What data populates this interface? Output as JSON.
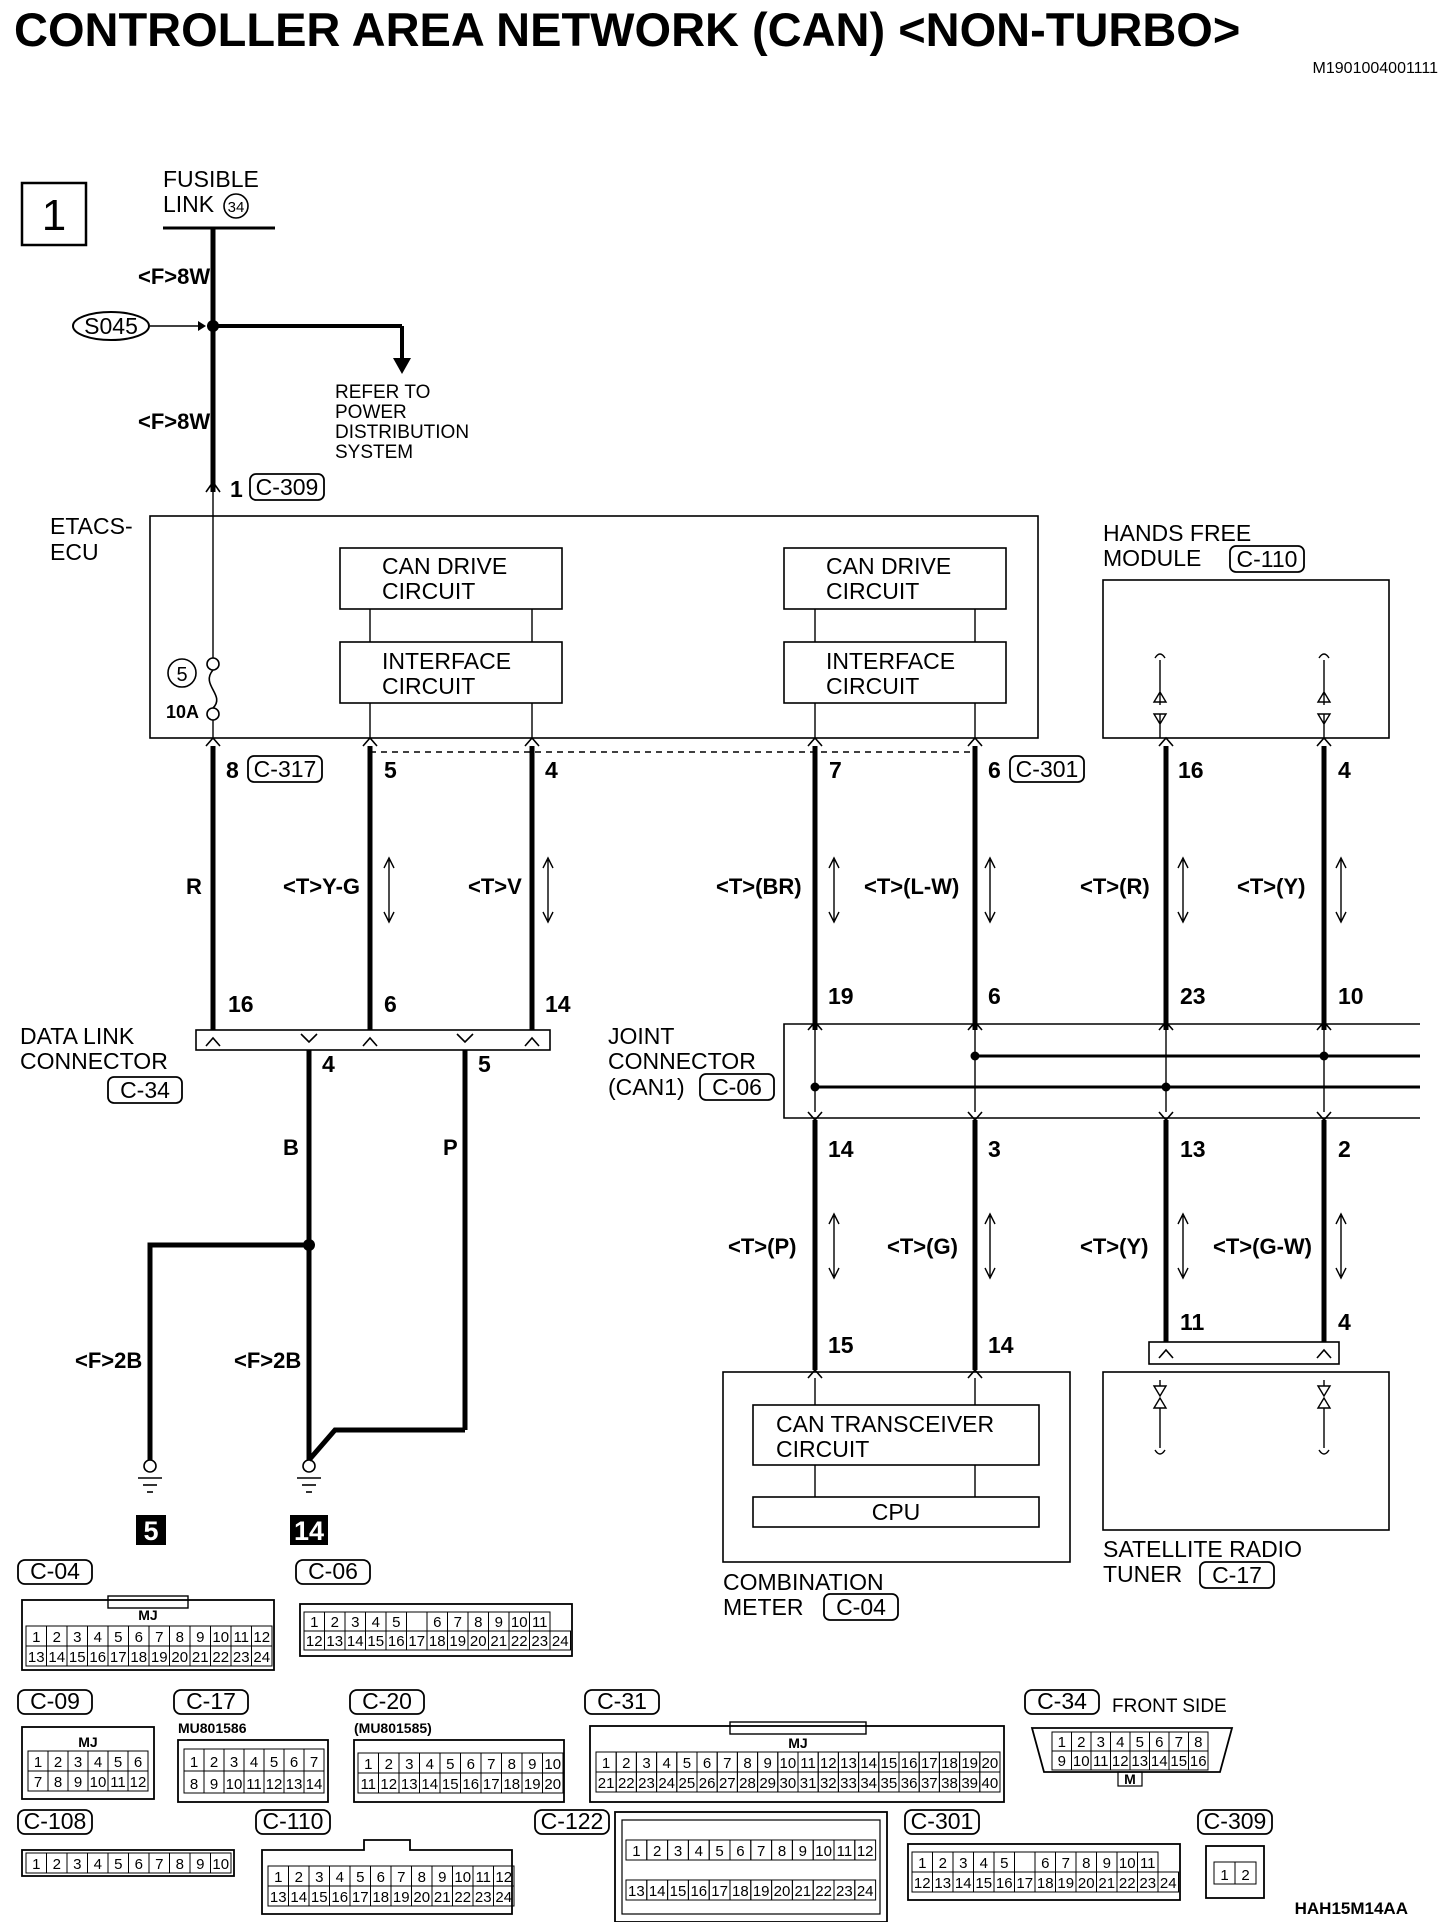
{
  "title": "CONTROLLER AREA NETWORK (CAN) <NON-TURBO>",
  "doc_code": "M1901004001111",
  "sheet": "1",
  "fig_code": "HAH15M14AA",
  "fusible_link": {
    "label1": "FUSIBLE",
    "label2": "LINK",
    "num": "34"
  },
  "splice": "S045",
  "refer_to": [
    "REFER TO",
    "POWER",
    "DISTRIBUTION",
    "SYSTEM"
  ],
  "wire_8w_top": "<F>8W",
  "wire_8w_bottom": "<F>8W",
  "etacs": {
    "label1": "ETACS-",
    "label2": "ECU",
    "fuse_num": "5",
    "fuse_rating": "10A",
    "in_pin": "1",
    "in_conn": "C-309",
    "can_drive": [
      "CAN DRIVE",
      "CIRCUIT"
    ],
    "interface": [
      "INTERFACE",
      "CIRCUIT"
    ],
    "pins": [
      "8",
      "5",
      "4",
      "7",
      "6"
    ],
    "conn_left": "C-317",
    "conn_right": "C-301"
  },
  "hands_free": {
    "label1": "HANDS FREE",
    "label2": "MODULE",
    "conn": "C-110",
    "pins": [
      "16",
      "4"
    ]
  },
  "wires_upper": [
    "R",
    "<T>Y-G",
    "<T>V",
    "<T>(BR)",
    "<T>(L-W)",
    "<T>(R)",
    "<T>(Y)"
  ],
  "dlc": {
    "label1": "DATA LINK",
    "label2": "CONNECTOR",
    "conn": "C-34",
    "top_pins": [
      "16",
      "6",
      "14"
    ],
    "bottom_pins": [
      "4",
      "5"
    ]
  },
  "joint": {
    "label1": "JOINT",
    "label2": "CONNECTOR",
    "label3": "(CAN1)",
    "conn": "C-06",
    "top_pins": [
      "19",
      "6",
      "23",
      "10"
    ],
    "bottom_pins": [
      "14",
      "3",
      "13",
      "2"
    ]
  },
  "wires_lower": [
    "B",
    "P",
    "<F>2B",
    "<F>2B",
    "<T>(P)",
    "<T>(G)",
    "<T>(Y)",
    "<T>(G-W)"
  ],
  "grounds": [
    "5",
    "14"
  ],
  "meter": {
    "pins": [
      "15",
      "14"
    ],
    "transceiver": [
      "CAN TRANSCEIVER",
      "CIRCUIT"
    ],
    "cpu": "CPU",
    "label1": "COMBINATION",
    "label2": "METER",
    "conn": "C-04"
  },
  "satellite": {
    "pins": [
      "11",
      "4"
    ],
    "label1": "SATELLITE RADIO",
    "label2": "TUNER",
    "conn": "C-17"
  },
  "views": {
    "c04": {
      "tag": "C-04",
      "key": "MJ",
      "row1": [
        "1",
        "2",
        "3",
        "4",
        "5",
        "6",
        "7",
        "8",
        "9",
        "10",
        "11",
        "12"
      ],
      "row2": [
        "13",
        "14",
        "15",
        "16",
        "17",
        "18",
        "19",
        "20",
        "21",
        "22",
        "23",
        "24"
      ]
    },
    "c06": {
      "tag": "C-06",
      "row1": [
        "1",
        "2",
        "3",
        "4",
        "5",
        "",
        "6",
        "7",
        "8",
        "9",
        "10",
        "11"
      ],
      "row2": [
        "12",
        "13",
        "14",
        "15",
        "16",
        "17",
        "18",
        "19",
        "20",
        "21",
        "22",
        "23",
        "24"
      ]
    },
    "c09": {
      "tag": "C-09",
      "key": "MJ",
      "row1": [
        "1",
        "2",
        "3",
        "4",
        "5",
        "6"
      ],
      "row2": [
        "7",
        "8",
        "9",
        "10",
        "11",
        "12"
      ]
    },
    "c17": {
      "tag": "C-17",
      "part": "MU801586",
      "row1": [
        "1",
        "2",
        "3",
        "4",
        "5",
        "6",
        "7"
      ],
      "row2": [
        "8",
        "9",
        "10",
        "11",
        "12",
        "13",
        "14"
      ]
    },
    "c20": {
      "tag": "C-20",
      "part": "(MU801585)",
      "row1": [
        "1",
        "2",
        "3",
        "4",
        "5",
        "6",
        "7",
        "8",
        "9",
        "10"
      ],
      "row2": [
        "11",
        "12",
        "13",
        "14",
        "15",
        "16",
        "17",
        "18",
        "19",
        "20"
      ]
    },
    "c31": {
      "tag": "C-31",
      "key": "MJ",
      "row1": [
        "1",
        "2",
        "3",
        "4",
        "5",
        "6",
        "7",
        "8",
        "9",
        "10",
        "11",
        "12",
        "13",
        "14",
        "15",
        "16",
        "17",
        "18",
        "19",
        "20"
      ],
      "row2": [
        "21",
        "22",
        "23",
        "24",
        "25",
        "26",
        "27",
        "28",
        "29",
        "30",
        "31",
        "32",
        "33",
        "34",
        "35",
        "36",
        "37",
        "38",
        "39",
        "40"
      ]
    },
    "c34": {
      "tag": "C-34",
      "note": "FRONT SIDE",
      "key": "M",
      "row1": [
        "1",
        "2",
        "3",
        "4",
        "5",
        "6",
        "7",
        "8"
      ],
      "row2": [
        "9",
        "10",
        "11",
        "12",
        "13",
        "14",
        "15",
        "16"
      ]
    },
    "c108": {
      "tag": "C-108",
      "row1": [
        "1",
        "2",
        "3",
        "4",
        "5",
        "6",
        "7",
        "8",
        "9",
        "10"
      ]
    },
    "c110": {
      "tag": "C-110",
      "row1": [
        "1",
        "2",
        "3",
        "4",
        "5",
        "6",
        "7",
        "8",
        "9",
        "10",
        "11",
        "12"
      ],
      "row2": [
        "13",
        "14",
        "15",
        "16",
        "17",
        "18",
        "19",
        "20",
        "21",
        "22",
        "23",
        "24"
      ]
    },
    "c122": {
      "tag": "C-122",
      "row1": [
        "1",
        "2",
        "3",
        "4",
        "5",
        "6",
        "7",
        "8",
        "9",
        "10",
        "11",
        "12"
      ],
      "row2": [
        "13",
        "14",
        "15",
        "16",
        "17",
        "18",
        "19",
        "20",
        "21",
        "22",
        "23",
        "24"
      ]
    },
    "c301": {
      "tag": "C-301",
      "row1": [
        "1",
        "2",
        "3",
        "4",
        "5",
        "",
        "6",
        "7",
        "8",
        "9",
        "10",
        "11"
      ],
      "row2": [
        "12",
        "13",
        "14",
        "15",
        "16",
        "17",
        "18",
        "19",
        "20",
        "21",
        "22",
        "23",
        "24"
      ]
    },
    "c309": {
      "tag": "C-309",
      "row1": [
        "1",
        "2"
      ]
    }
  }
}
